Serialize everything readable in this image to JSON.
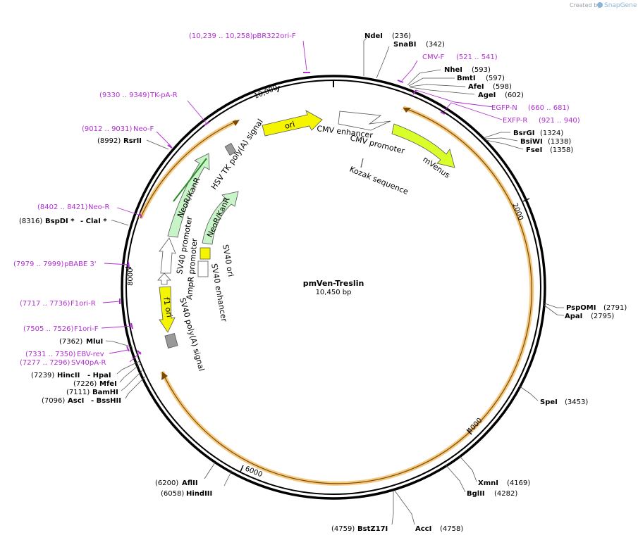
{
  "watermark": {
    "created_by": "Created by",
    "brand": "SnapGene"
  },
  "plasmid": {
    "name": "pmVen-Treslin",
    "size": "10,450 bp"
  },
  "ticks": [
    "10,000",
    "2000",
    "4000",
    "6000",
    "8000"
  ],
  "enzymes": [
    {
      "name": "NdeI",
      "pos": "(236)"
    },
    {
      "name": "SnaBI",
      "pos": "(342)"
    },
    {
      "name": "NheI",
      "pos": "(593)"
    },
    {
      "name": "BmtI",
      "pos": "(597)"
    },
    {
      "name": "AfeI",
      "pos": "(598)"
    },
    {
      "name": "AgeI",
      "pos": "(602)"
    },
    {
      "name": "BsrGI",
      "pos": "(1324)"
    },
    {
      "name": "BsiWI",
      "pos": "(1338)"
    },
    {
      "name": "FseI",
      "pos": "(1358)"
    },
    {
      "name": "PspOMI",
      "pos": "(2791)"
    },
    {
      "name": "ApaI",
      "pos": "(2795)"
    },
    {
      "name": "SpeI",
      "pos": "(3453)"
    },
    {
      "name": "XmnI",
      "pos": "(4169)"
    },
    {
      "name": "BglII",
      "pos": "(4282)"
    },
    {
      "name": "AccI",
      "pos": "(4758)"
    },
    {
      "name": "BstZ17I",
      "pos": "(4759)"
    },
    {
      "name": "HindIII",
      "pos": "(6058)"
    },
    {
      "name": "AflII",
      "pos": "(6200)"
    },
    {
      "name": "AscI",
      "pos": "(7096)",
      "extra": "- BssHII"
    },
    {
      "name": "BamHI",
      "pos": "(7111)"
    },
    {
      "name": "MfeI",
      "pos": "(7226)"
    },
    {
      "name": "HincII",
      "pos": "(7239)",
      "extra": "- HpaI"
    },
    {
      "name": "MluI",
      "pos": "(7362)"
    },
    {
      "name": "BspDI *",
      "pos": "(8316)",
      "extra": "- ClaI *"
    },
    {
      "name": "RsrII",
      "pos": "(8992)"
    }
  ],
  "primers": [
    {
      "name": "pBR322ori-F",
      "pos": "(10,239 .. 10,258)"
    },
    {
      "name": "CMV-F",
      "pos": "(521 .. 541)"
    },
    {
      "name": "EGFP-N",
      "pos": "(660 .. 681)"
    },
    {
      "name": "EXFP-R",
      "pos": "(921 .. 940)"
    },
    {
      "name": "TK-pA-R",
      "pos": "(9330 .. 9349)"
    },
    {
      "name": "Neo-F",
      "pos": "(9012 .. 9031)"
    },
    {
      "name": "Neo-R",
      "pos": "(8402 .. 8421)"
    },
    {
      "name": "pBABE 3'",
      "pos": "(7979 .. 7999)"
    },
    {
      "name": "F1ori-R",
      "pos": "(7717 .. 7736)"
    },
    {
      "name": "F1ori-F",
      "pos": "(7505 .. 7526)"
    },
    {
      "name": "EBV-rev",
      "pos": "(7331 .. 7350)"
    },
    {
      "name": "SV40pA-R",
      "pos": "(7277 .. 7296)"
    }
  ],
  "features": {
    "ori": "ori",
    "cmv_enhancer": "CMV enhancer",
    "cmv_promoter": "CMV promoter",
    "kozak": "Kozak sequence",
    "mvenus": "mVenus",
    "hsv_tk": "HSV TK poly(A) signal",
    "neo_outer": "NeoR/KanR",
    "neo_inner": "NeoR/KanR",
    "sv40_promoter": "SV40 promoter",
    "ampr_promoter": "AmpR promoter",
    "f1_ori": "f1 ori",
    "sv40_polya": "SV40 poly(A) signal",
    "sv40_ori": "SV40 ori",
    "sv40_enhancer": "SV40 enhancer"
  },
  "colors": {
    "primer": "#b02fd1",
    "ori": "#f5f500",
    "mvenus": "#d8ff2a",
    "neo": "#c8f5c8",
    "insert_highlight": "#f5c880",
    "grey_feature": "#999999"
  }
}
